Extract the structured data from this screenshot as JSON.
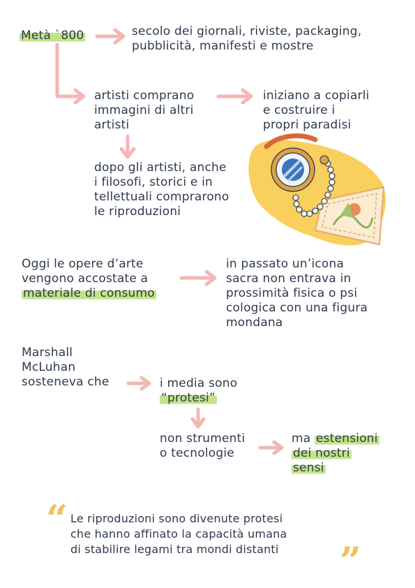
{
  "notes": {
    "meta_800": "Metà `800",
    "secolo": "secolo dei giornali, riviste, packaging,\npubblicità, manifesti e mostre",
    "artisti_comprano": "artisti comprano\nimmagini di altri\nartisti",
    "iniziano": "iniziano a copiarli\ne costruire i\npropri paradisi",
    "dopo_artisti": "dopo gli artisti, anche\ni filosofi, storici e in\ntellettuali comprarono\nle riproduzioni",
    "oggi_line1": "Oggi le opere d’arte",
    "oggi_line2": "vengono accostate a",
    "materiale": "materiale di consumo",
    "passato": "in passato un’icona\nsacra non entrava in\nprossimità fisica o psi\ncologica con una figura\nmondana",
    "mcluhan": "Marshall\nMcLuhan\nsosteneva che",
    "media_line1": "i media sono",
    "protesi": "“protesi”",
    "non_strumenti": "non strumenti\no tecnologie",
    "ma": "ma",
    "estensioni": "estensioni",
    "dei_nostri": "dei nostri",
    "sensi": "sensi"
  },
  "quote": {
    "open_mark": "“",
    "close_mark": "”",
    "text": "Le riproduzioni sono divenute protesi\nche hanno affinato la capacità umana\ndi stabilire legami tra mondi distanti"
  },
  "colors": {
    "text": "#2f3a4e",
    "arrow": "#f4b7b3",
    "highlight": "#c5e38a",
    "quote_mark": "#f2c15a",
    "blob": "#f9cf5e"
  }
}
